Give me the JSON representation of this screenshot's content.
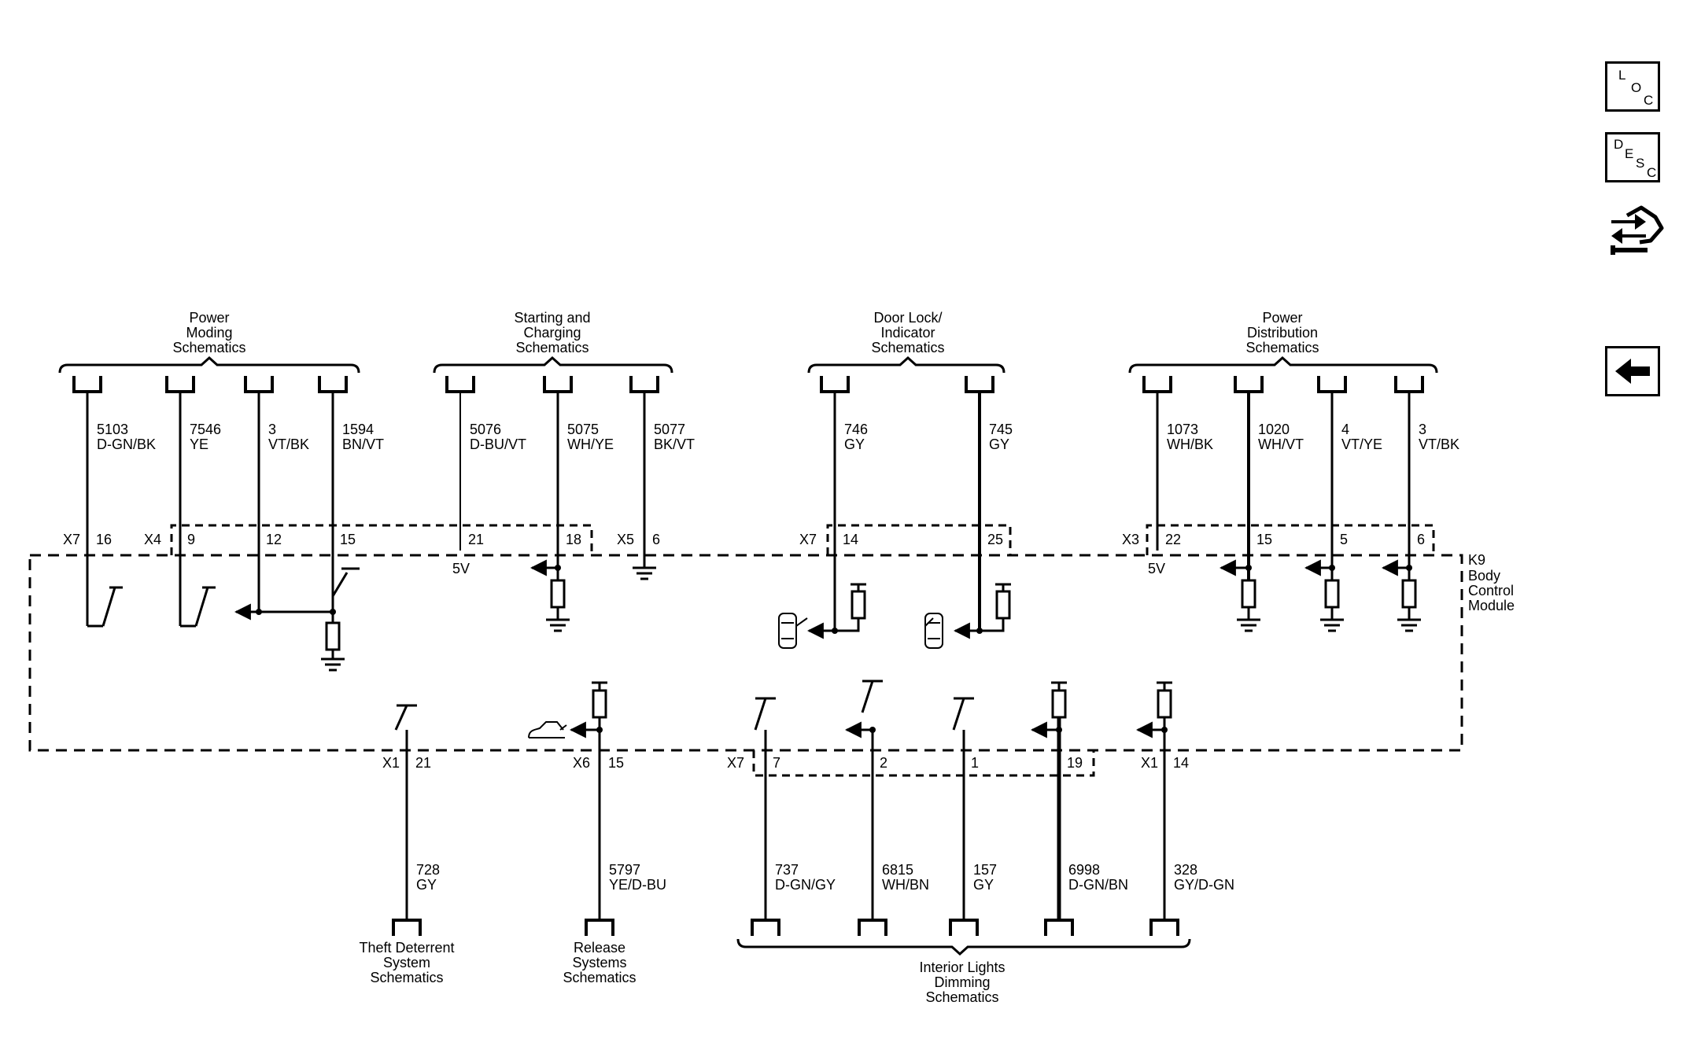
{
  "module": {
    "name": [
      "K9",
      "Body",
      "Control",
      "Module"
    ]
  },
  "voltage_label": "5V",
  "top_groups": [
    {
      "id": "power-moding",
      "lines": [
        "Power",
        "Moding",
        "Schematics"
      ],
      "wires": [
        {
          "circuit": "5103",
          "color": "D-GN/BK",
          "conn": "X7",
          "pin": "16",
          "func": "switch-open"
        },
        {
          "circuit": "7546",
          "color": "YE",
          "conn": "X4",
          "pin": "9",
          "func": "switch-open"
        },
        {
          "circuit": "3",
          "color": "VT/BK",
          "conn": "",
          "pin": "12",
          "func": "joined-input"
        },
        {
          "circuit": "1594",
          "color": "BN/VT",
          "conn": "",
          "pin": "15",
          "func": "switch-to-ground"
        }
      ]
    },
    {
      "id": "starting-charging",
      "lines": [
        "Starting and",
        "Charging",
        "Schematics"
      ],
      "wires": [
        {
          "circuit": "5076",
          "color": "D-BU/VT",
          "conn": "",
          "pin": "21",
          "func": "5v"
        },
        {
          "circuit": "5075",
          "color": "WH/YE",
          "conn": "",
          "pin": "18",
          "func": "input-pulldown"
        },
        {
          "circuit": "5077",
          "color": "BK/VT",
          "conn": "X5",
          "pin": "6",
          "func": "ground"
        }
      ]
    },
    {
      "id": "door-lock",
      "lines": [
        "Door Lock/",
        "Indicator",
        "Schematics"
      ],
      "wires": [
        {
          "circuit": "746",
          "color": "GY",
          "conn": "X7",
          "pin": "14",
          "func": "door-input"
        },
        {
          "circuit": "745",
          "color": "GY",
          "conn": "",
          "pin": "25",
          "func": "door-input"
        }
      ]
    },
    {
      "id": "power-distribution",
      "lines": [
        "Power",
        "Distribution",
        "Schematics"
      ],
      "wires": [
        {
          "circuit": "1073",
          "color": "WH/BK",
          "conn": "X3",
          "pin": "22",
          "func": "5v"
        },
        {
          "circuit": "1020",
          "color": "WH/VT",
          "conn": "",
          "pin": "15",
          "func": "input-pulldown"
        },
        {
          "circuit": "4",
          "color": "VT/YE",
          "conn": "",
          "pin": "5",
          "func": "input-pulldown"
        },
        {
          "circuit": "3",
          "color": "VT/BK",
          "conn": "",
          "pin": "6",
          "func": "input-pulldown"
        }
      ]
    }
  ],
  "bottom_groups": [
    {
      "id": "theft-deterrent",
      "lines": [
        "Theft Deterrent",
        "System",
        "Schematics"
      ],
      "wires": [
        {
          "circuit": "728",
          "color": "GY",
          "conn": "X1",
          "pin": "21"
        }
      ]
    },
    {
      "id": "release-systems",
      "lines": [
        "Release",
        "Systems",
        "Schematics"
      ],
      "wires": [
        {
          "circuit": "5797",
          "color": "YE/D-BU",
          "conn": "X6",
          "pin": "15"
        }
      ]
    },
    {
      "id": "interior-lights",
      "lines": [
        "Interior Lights",
        "Dimming",
        "Schematics"
      ],
      "wires": [
        {
          "circuit": "737",
          "color": "D-GN/GY",
          "conn": "X7",
          "pin": "7"
        },
        {
          "circuit": "6815",
          "color": "WH/BN",
          "conn": "",
          "pin": "2"
        },
        {
          "circuit": "157",
          "color": "GY",
          "conn": "",
          "pin": "1"
        },
        {
          "circuit": "6998",
          "color": "D-GN/BN",
          "conn": "",
          "pin": "19"
        },
        {
          "circuit": "328",
          "color": "GY/D-GN",
          "conn": "X1",
          "pin": "14"
        }
      ]
    }
  ],
  "side_buttons": [
    {
      "id": "loc",
      "letters": [
        "L",
        "O",
        "C"
      ],
      "icon": "location-view-icon"
    },
    {
      "id": "desc",
      "letters": [
        "D",
        "E",
        "S",
        "C"
      ],
      "icon": "description-view-icon"
    },
    {
      "id": "connector",
      "icon": "connector-end-view-icon"
    },
    {
      "id": "back",
      "icon": "back-arrow-icon"
    }
  ]
}
